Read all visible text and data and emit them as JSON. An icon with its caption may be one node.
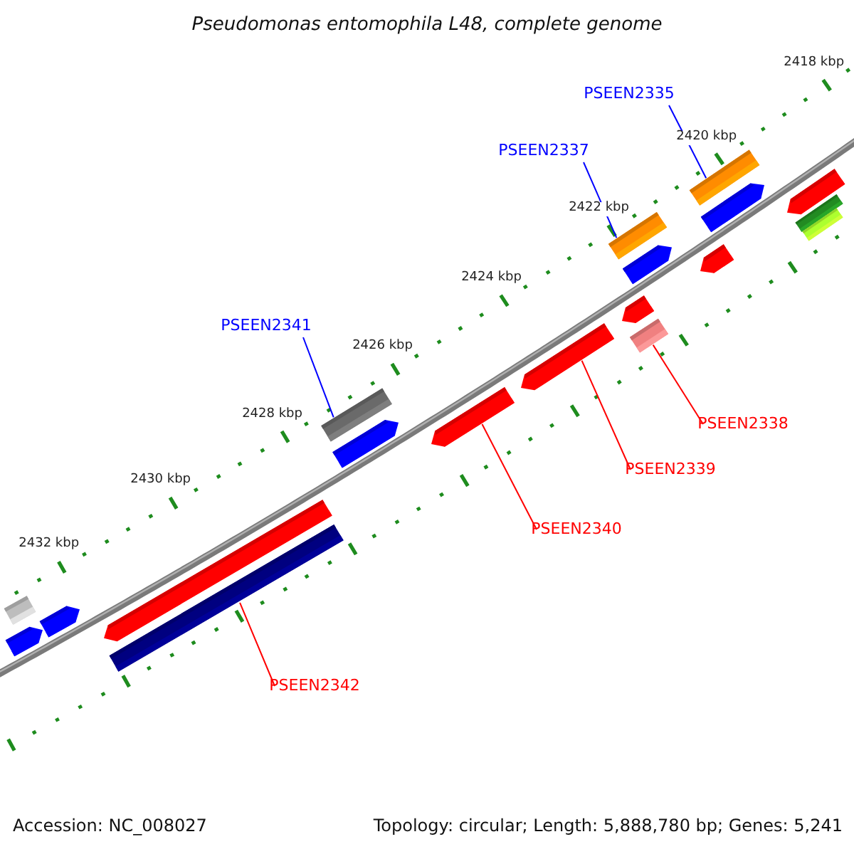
{
  "diagram": {
    "title": "Pseudomonas entomophila L48, complete genome",
    "nodes": [
      {
        "text": [],
        "shape": "bar"
      },
      {
        "text": [],
        "shape": "bar"
      },
      {
        "text": [],
        "shape": "bar"
      },
      {
        "text": [],
        "shape": "bar"
      },
      {
        "text": [],
        "shape": "bar"
      },
      {
        "text": [],
        "shape": "bar"
      },
      {
        "text": [],
        "shape": "bar"
      },
      {
        "text": [],
        "shape": "bar"
      },
      {
        "text": [],
        "shape": "bar"
      },
      {
        "text": [],
        "shape": "bar"
      },
      {
        "text": [],
        "shape": "bar"
      },
      {
        "text": [],
        "shape": "bar"
      },
      {
        "text": [],
        "shape": "bar"
      },
      {
        "text": [],
        "shape": "bar"
      },
      {
        "text": [],
        "shape": "bar"
      },
      {
        "text": [],
        "shape": "bar"
      },
      {
        "text": [],
        "shape": "bar"
      },
      {
        "text": [],
        "shape": "bar"
      },
      {
        "text": [],
        "shape": "bar"
      },
      {
        "text": [
          "PSEEN2335"
        ]
      },
      {
        "text": [
          "PSEEN2337"
        ]
      },
      {
        "text": [
          "PSEEN2341"
        ]
      },
      {
        "text": [
          "PSEEN2338"
        ]
      },
      {
        "text": [
          "PSEEN2339"
        ]
      },
      {
        "text": [
          "PSEEN2340"
        ]
      },
      {
        "text": [
          "PSEEN2342"
        ]
      }
    ],
    "edges": [
      {
        "from": 19,
        "to": 13,
        "arrow": "none",
        "color": "#0000ff"
      },
      {
        "from": 20,
        "to": 9,
        "arrow": "none",
        "color": "#0000ff"
      },
      {
        "from": 21,
        "to": 5,
        "arrow": "none",
        "color": "#0000ff"
      },
      {
        "from": 22,
        "to": 12,
        "arrow": "none"
      },
      {
        "from": 23,
        "to": 8,
        "arrow": "none"
      },
      {
        "from": 24,
        "to": 7,
        "arrow": "none"
      },
      {
        "from": 25,
        "to": 4,
        "arrow": "none"
      }
    ],
    "labels": [
      "2418 kbp",
      "2420 kbp",
      "2422 kbp",
      "2424 kbp",
      "2426 kbp",
      "2428 kbp",
      "2430 kbp",
      "2432 kbp",
      "Accession: NC_008027",
      "Topology: circular; Length: 5,888,780 bp; Genes: 5,241"
    ]
  }
}
